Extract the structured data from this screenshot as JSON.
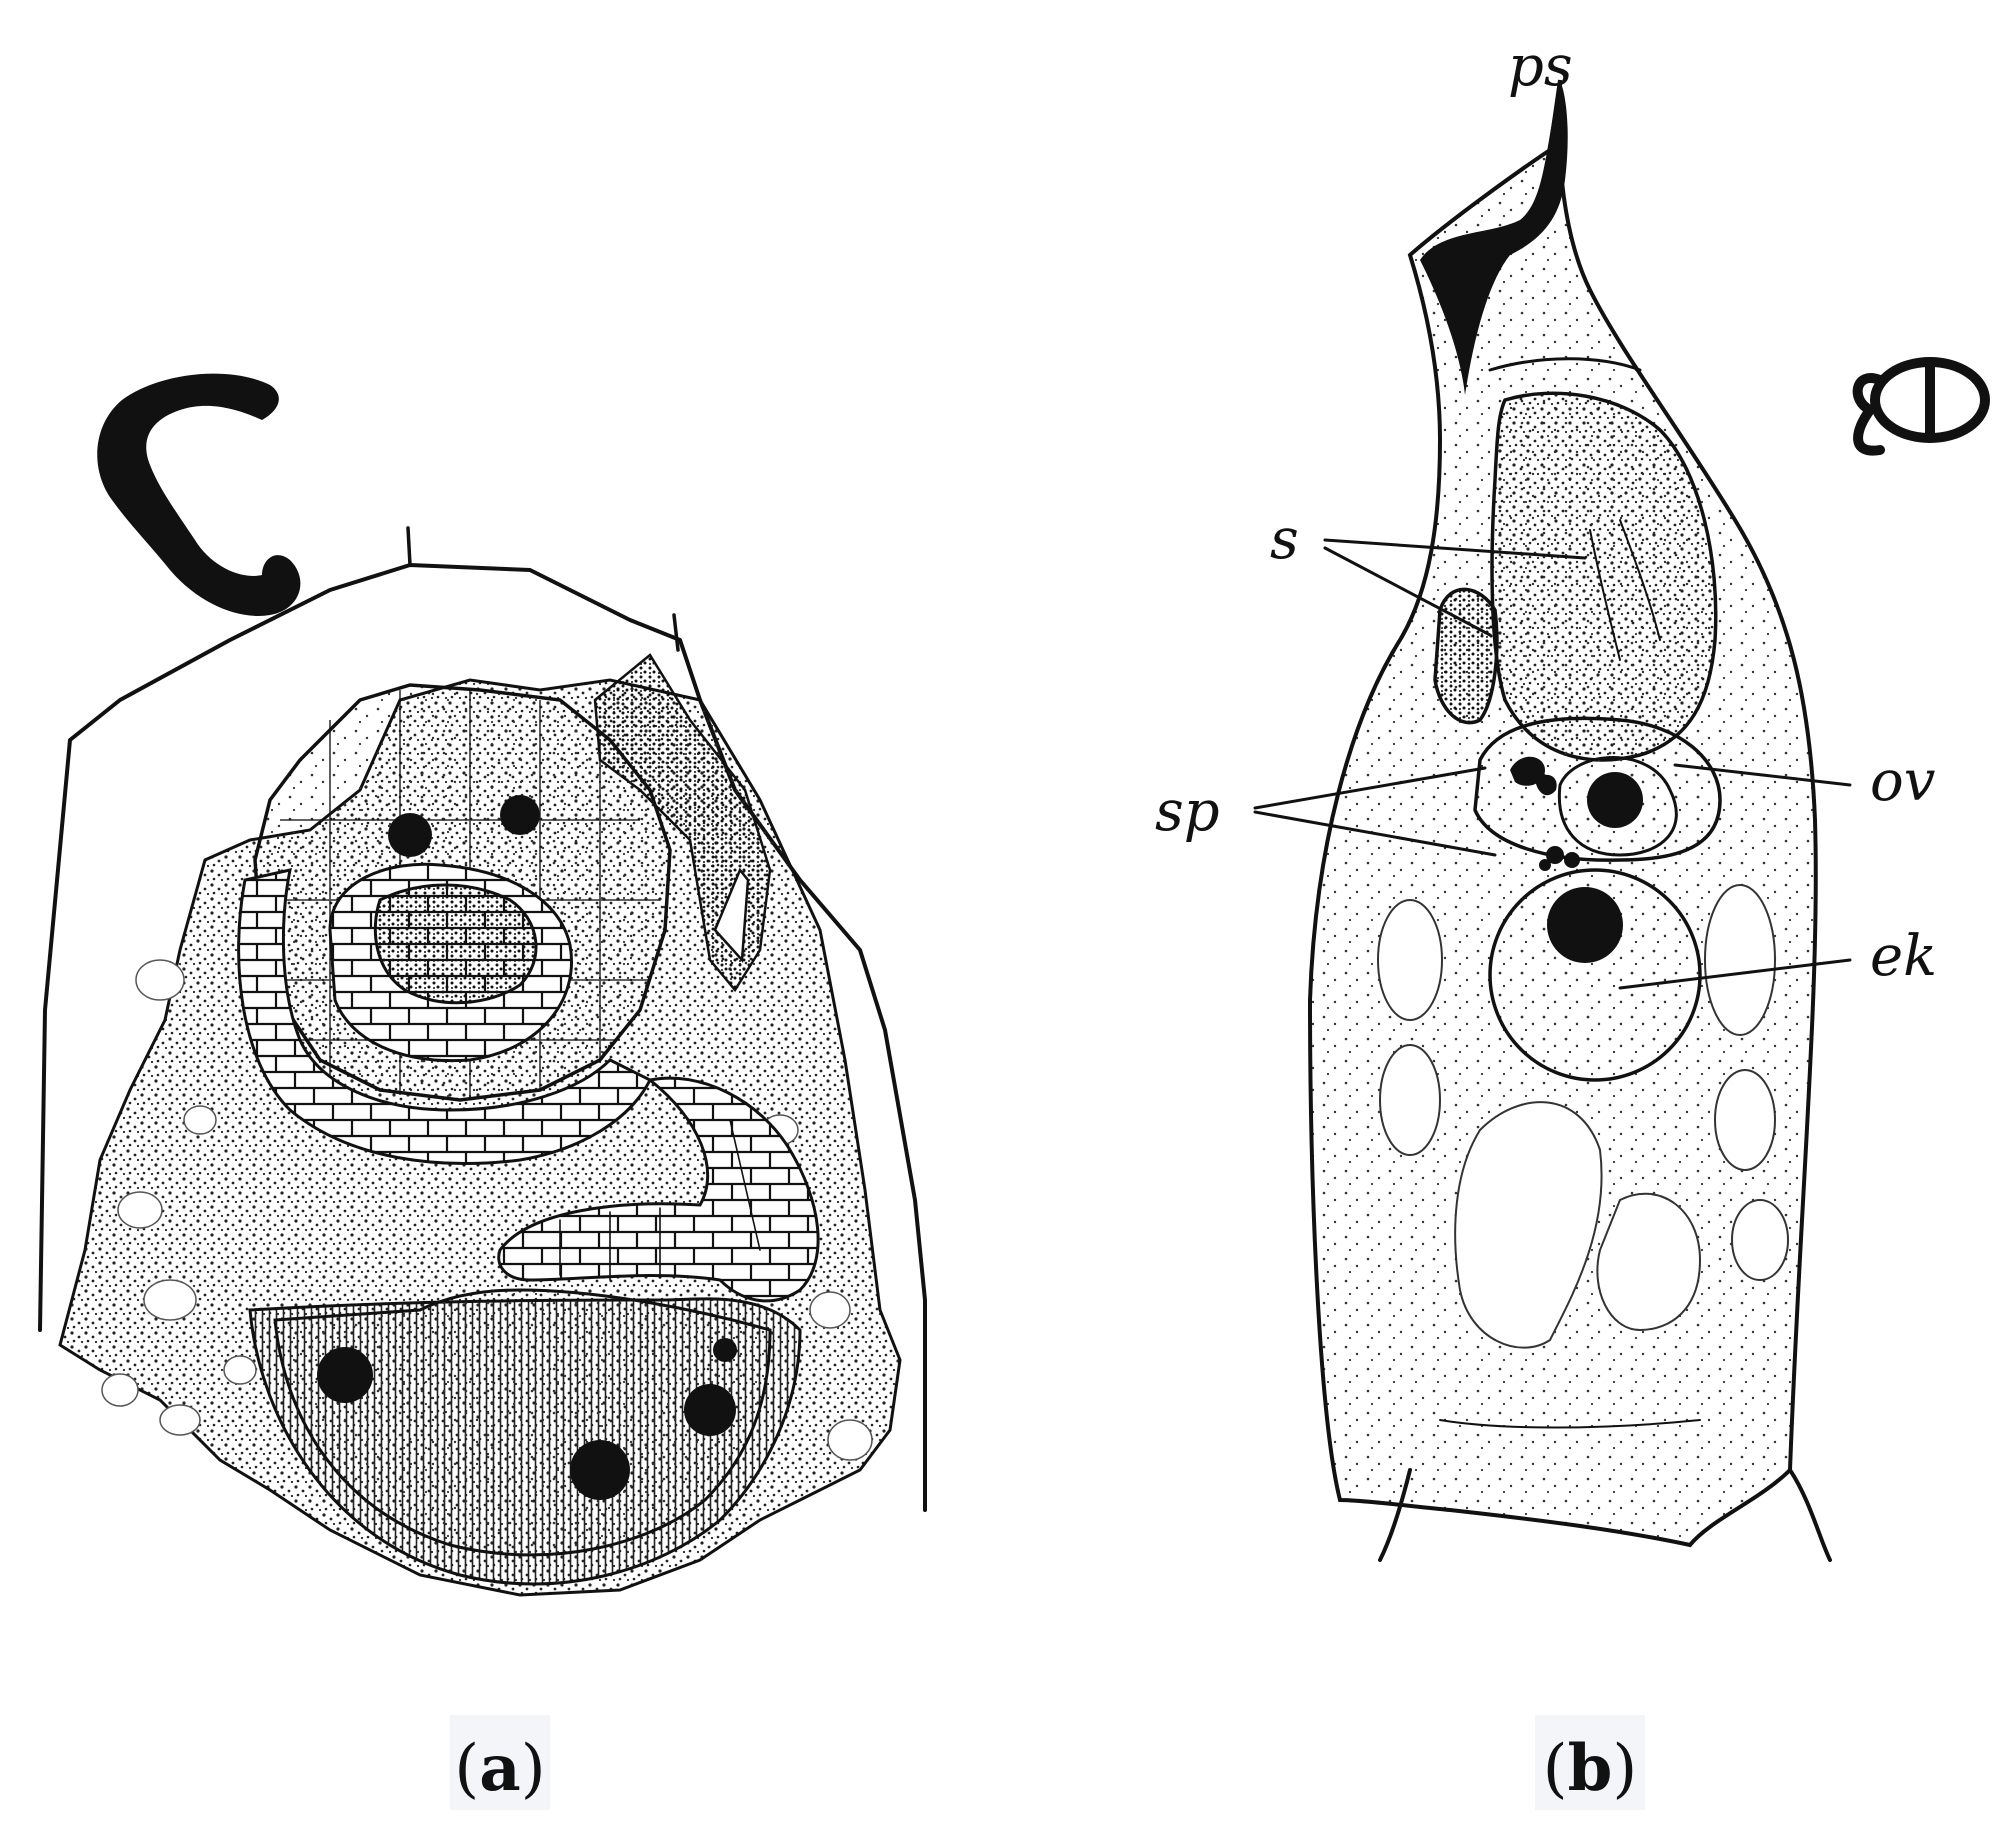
{
  "panel_a": {
    "caption_open": "(",
    "caption_letter": "a",
    "caption_close": ")"
  },
  "panel_b": {
    "caption_open": "(",
    "caption_letter": "b",
    "caption_close": ")",
    "labels": {
      "ps": "ps",
      "s": "s",
      "sp": "sp",
      "ov": "ov",
      "ek": "ek"
    }
  },
  "colors": {
    "ink": "#111111",
    "caption_bg": "#f3f5f8",
    "background": "#ffffff"
  }
}
